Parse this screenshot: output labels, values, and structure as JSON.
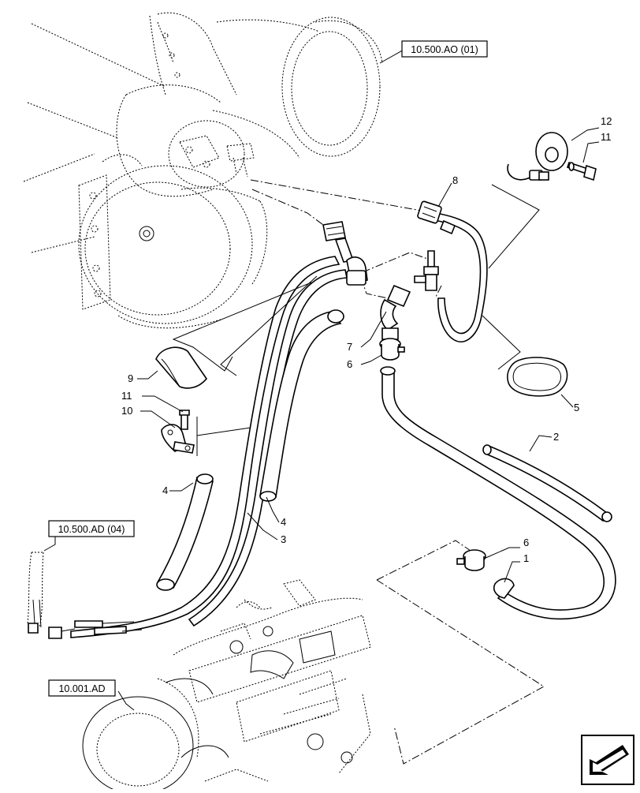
{
  "callouts": {
    "c1": "1",
    "c2": "2",
    "c3": "3",
    "c4a": "4",
    "c4b": "4",
    "c5": "5",
    "c6a": "6",
    "c6b": "6",
    "c7": "7",
    "c8": "8",
    "c9": "9",
    "c10": "10",
    "c11a": "11",
    "c11b": "11",
    "c12": "12"
  },
  "references": {
    "top": "10.500.AO (01)",
    "left": "10.500.AD (04)",
    "bottom": "10.001.AD"
  },
  "icons": {
    "direction": "forward-arrow-icon"
  }
}
